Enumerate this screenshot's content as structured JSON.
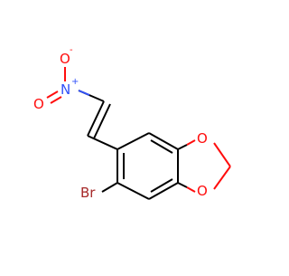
{
  "molecule": {
    "atoms": {
      "nitro_o_minus": {
        "symbol": "O",
        "charge": "-",
        "color": "#ff0d0d"
      },
      "nitro_n": {
        "symbol": "N",
        "charge": "+",
        "color": "#3050f8"
      },
      "nitro_o_double": {
        "symbol": "O",
        "color": "#ff0d0d"
      },
      "dioxole_o_upper": {
        "symbol": "O",
        "color": "#ff0d0d"
      },
      "dioxole_o_lower": {
        "symbol": "O",
        "color": "#ff0d0d"
      },
      "bromine": {
        "symbol": "Br",
        "color": "#a62929"
      }
    },
    "colors": {
      "carbon_bond": "#000000",
      "background": "#ffffff"
    }
  }
}
